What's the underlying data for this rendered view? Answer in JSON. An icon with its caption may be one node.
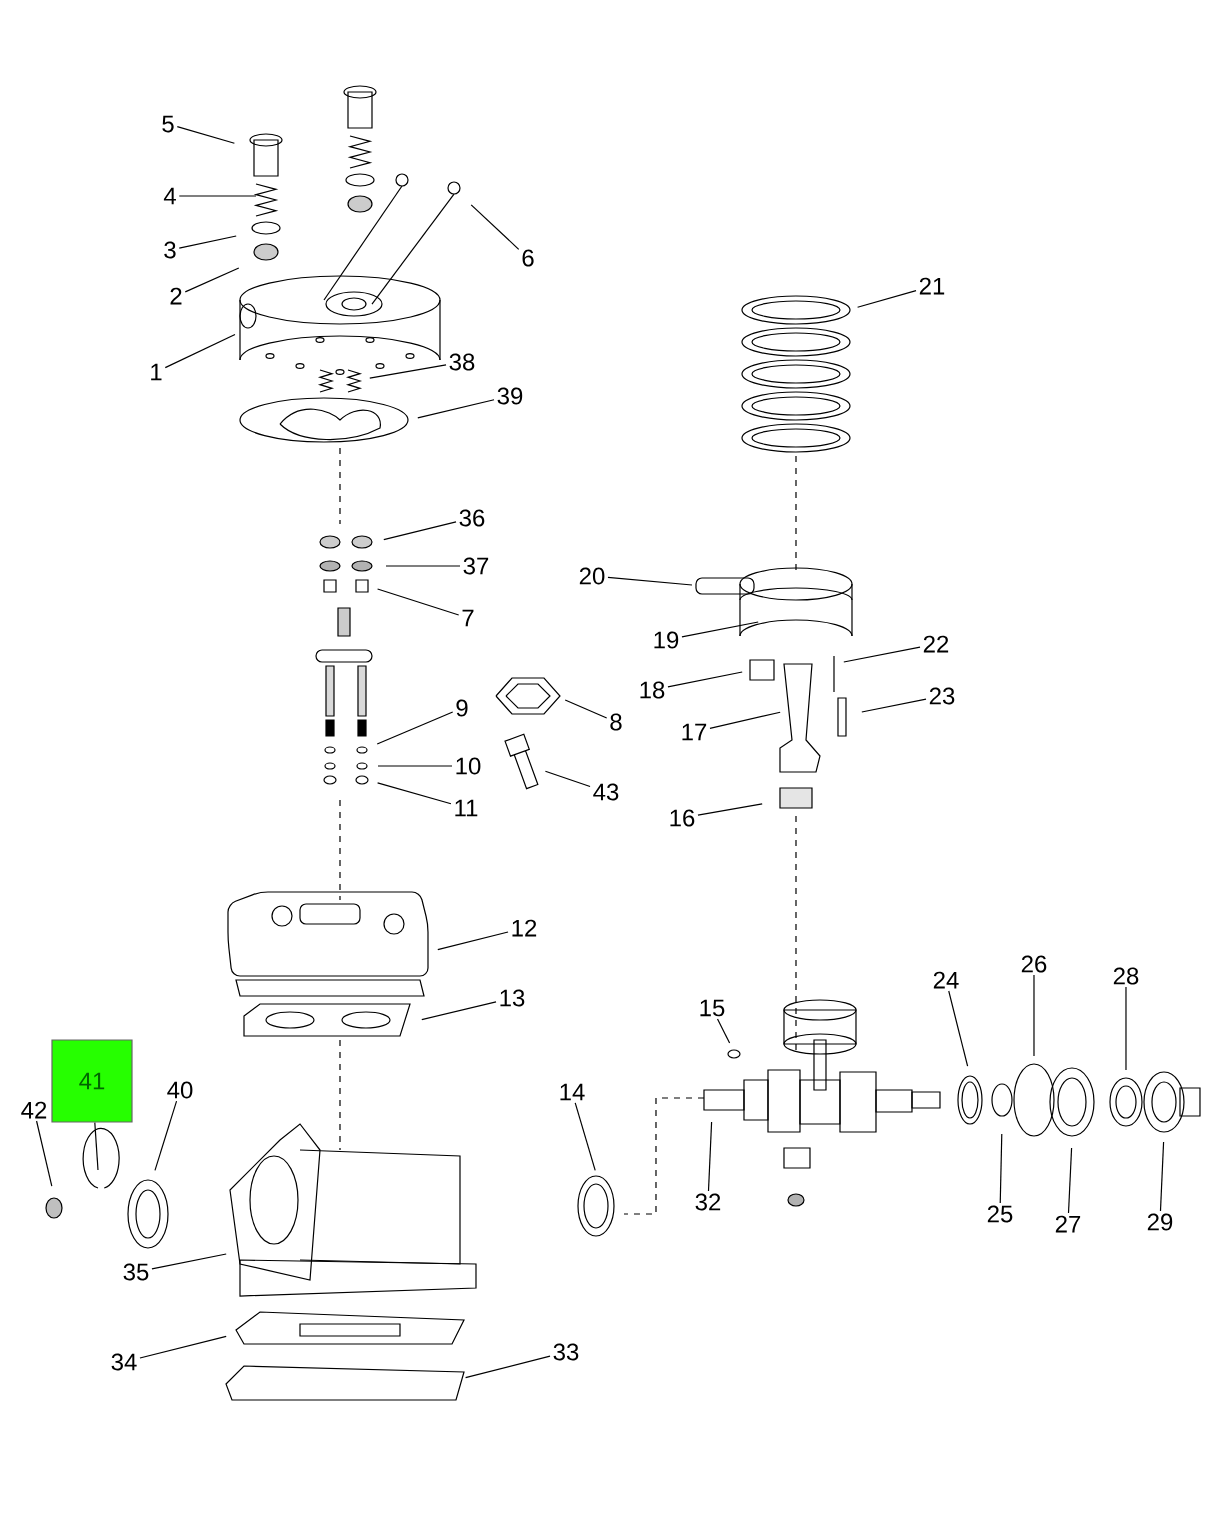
{
  "diagram": {
    "nodes": [
      {
        "text": [
          "1"
        ]
      },
      {
        "text": [
          "2"
        ]
      },
      {
        "text": [
          "3"
        ]
      },
      {
        "text": [
          "4"
        ]
      },
      {
        "text": [
          "5"
        ]
      },
      {
        "text": [
          "6"
        ]
      },
      {
        "text": [
          "7"
        ]
      },
      {
        "text": [
          "8"
        ]
      },
      {
        "text": [
          "9"
        ]
      },
      {
        "text": [
          "10"
        ]
      },
      {
        "text": [
          "11"
        ]
      },
      {
        "text": [
          "12"
        ]
      },
      {
        "text": [
          "13"
        ]
      },
      {
        "text": [
          "14"
        ]
      },
      {
        "text": [
          "15"
        ]
      },
      {
        "text": [
          "16"
        ]
      },
      {
        "text": [
          "17"
        ]
      },
      {
        "text": [
          "18"
        ]
      },
      {
        "text": [
          "19"
        ]
      },
      {
        "text": [
          "20"
        ]
      },
      {
        "text": [
          "21"
        ]
      },
      {
        "text": [
          "22"
        ]
      },
      {
        "text": [
          "23"
        ]
      },
      {
        "text": [
          "24"
        ]
      },
      {
        "text": [
          "25"
        ]
      },
      {
        "text": [
          "26"
        ]
      },
      {
        "text": [
          "27"
        ]
      },
      {
        "text": [
          "28"
        ]
      },
      {
        "text": [
          "29"
        ]
      },
      {
        "text": [
          "32"
        ]
      },
      {
        "text": [
          "33"
        ]
      },
      {
        "text": [
          "34"
        ]
      },
      {
        "text": [
          "35"
        ]
      },
      {
        "text": [
          "36"
        ]
      },
      {
        "text": [
          "37"
        ]
      },
      {
        "text": [
          "38"
        ]
      },
      {
        "text": [
          "39"
        ]
      },
      {
        "text": [
          "40"
        ]
      },
      {
        "text": [
          "41"
        ]
      },
      {
        "text": [
          "42"
        ]
      },
      {
        "text": [
          "43"
        ]
      }
    ],
    "edges": [
      {
        "from": 0,
        "to": null,
        "arrow": "none"
      },
      {
        "from": 1,
        "to": null,
        "arrow": "none"
      },
      {
        "from": 2,
        "to": null,
        "arrow": "none"
      },
      {
        "from": 3,
        "to": null,
        "arrow": "none"
      },
      {
        "from": 4,
        "to": null,
        "arrow": "none"
      },
      {
        "from": 5,
        "to": null,
        "arrow": "none"
      },
      {
        "from": 6,
        "to": null,
        "arrow": "none"
      },
      {
        "from": 7,
        "to": null,
        "arrow": "none"
      },
      {
        "from": 8,
        "to": null,
        "arrow": "none"
      },
      {
        "from": 9,
        "to": null,
        "arrow": "none"
      },
      {
        "from": 10,
        "to": null,
        "arrow": "none"
      },
      {
        "from": 11,
        "to": null,
        "arrow": "none"
      },
      {
        "from": 12,
        "to": null,
        "arrow": "none"
      },
      {
        "from": 13,
        "to": null,
        "arrow": "none"
      },
      {
        "from": 14,
        "to": null,
        "arrow": "none"
      },
      {
        "from": 15,
        "to": null,
        "arrow": "none"
      },
      {
        "from": 16,
        "to": null,
        "arrow": "none"
      },
      {
        "from": 17,
        "to": null,
        "arrow": "none"
      },
      {
        "from": 18,
        "to": null,
        "arrow": "none"
      },
      {
        "from": 19,
        "to": null,
        "arrow": "none"
      },
      {
        "from": 20,
        "to": null,
        "arrow": "none"
      },
      {
        "from": 21,
        "to": null,
        "arrow": "none"
      },
      {
        "from": 22,
        "to": null,
        "arrow": "none"
      },
      {
        "from": 23,
        "to": null,
        "arrow": "none"
      },
      {
        "from": 24,
        "to": null,
        "arrow": "none"
      },
      {
        "from": 25,
        "to": null,
        "arrow": "none"
      },
      {
        "from": 26,
        "to": null,
        "arrow": "none"
      },
      {
        "from": 27,
        "to": null,
        "arrow": "none"
      },
      {
        "from": 28,
        "to": null,
        "arrow": "none"
      },
      {
        "from": 29,
        "to": null,
        "arrow": "none"
      },
      {
        "from": 30,
        "to": null,
        "arrow": "none"
      },
      {
        "from": 31,
        "to": null,
        "arrow": "none"
      },
      {
        "from": 32,
        "to": null,
        "arrow": "none"
      },
      {
        "from": 33,
        "to": null,
        "arrow": "none"
      },
      {
        "from": 34,
        "to": null,
        "arrow": "none"
      },
      {
        "from": 35,
        "to": null,
        "arrow": "none"
      },
      {
        "from": 36,
        "to": null,
        "arrow": "none"
      },
      {
        "from": 37,
        "to": null,
        "arrow": "none"
      },
      {
        "from": 38,
        "to": null,
        "arrow": "none"
      },
      {
        "from": 39,
        "to": null,
        "arrow": "none"
      },
      {
        "from": 40,
        "to": null,
        "arrow": "none"
      }
    ]
  }
}
